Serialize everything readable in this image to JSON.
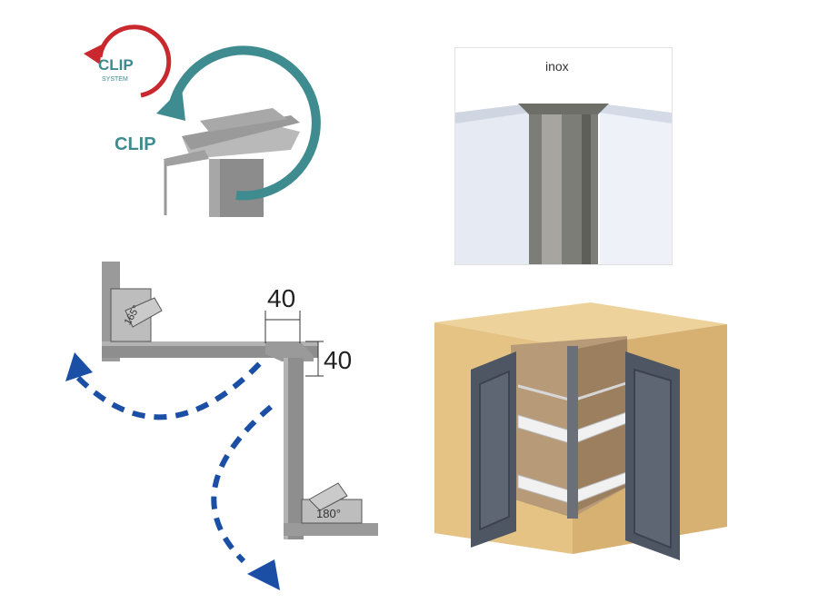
{
  "clip_diagram": {
    "badge_word": "CLIP",
    "badge_subword": "SYSTEM",
    "arrow_label": "CLIP",
    "colors": {
      "red_arrow": "#c8282e",
      "teal_arrow": "#3f8c90",
      "gray_metal": "#8c8c8c"
    }
  },
  "inox_photo": {
    "label": "inox",
    "colors": {
      "panel": "#eef2f8",
      "post": "#7d7d77"
    }
  },
  "floor_plan": {
    "dimension_width": "40",
    "dimension_depth": "40",
    "hinge_angle_top": "165°",
    "hinge_angle_bottom": "180°",
    "colors": {
      "arrow": "#1b4fa5",
      "frame": "#8e8e8e"
    }
  },
  "cabinet_render": {
    "colors": {
      "wood": "#e8c98c",
      "door": "#4e5563",
      "interior": "#b79a77",
      "shelf": "#f1f1f1"
    }
  }
}
